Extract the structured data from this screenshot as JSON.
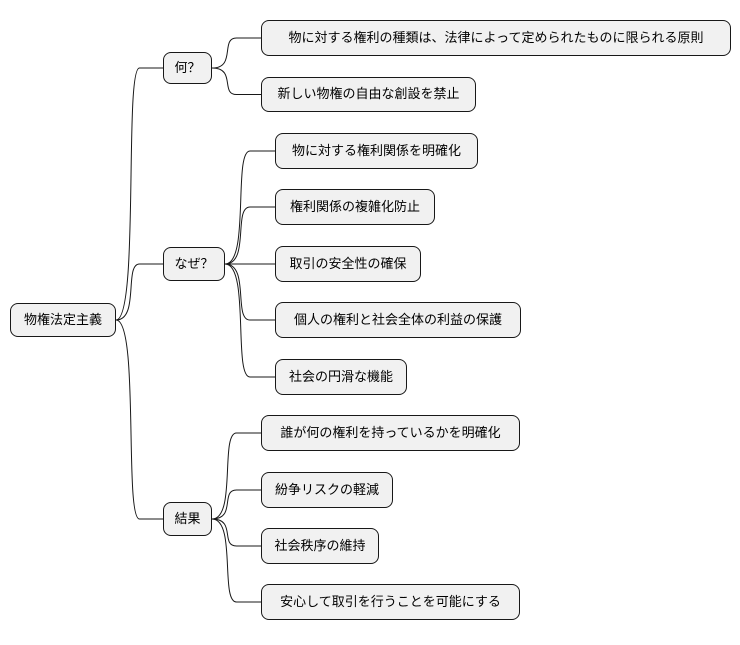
{
  "root": {
    "label": "物権法定主義"
  },
  "branches": [
    {
      "label": "何？",
      "children": [
        "物に対する権利の種類は、法律によって定められたものに限られる原則",
        "新しい物権の自由な創設を禁止"
      ]
    },
    {
      "label": "なぜ？",
      "children": [
        "物に対する権利関係を明確化",
        "権利関係の複雑化防止",
        "取引の安全性の確保",
        "個人の権利と社会全体の利益の保護",
        "社会の円滑な機能"
      ]
    },
    {
      "label": "結果",
      "children": [
        "誰が何の権利を持っているかを明確化",
        "紛争リスクの軽減",
        "社会秩序の維持",
        "安心して取引を行うことを可能にする"
      ]
    }
  ],
  "colors": {
    "node_fill": "#f1f1f1",
    "stroke": "#181818",
    "background": "#ffffff"
  }
}
